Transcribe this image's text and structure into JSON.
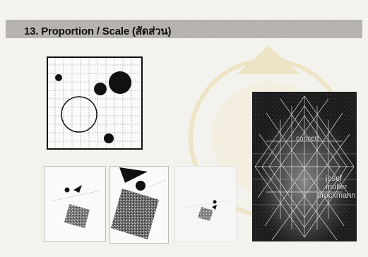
{
  "header": {
    "title": "13. Proportion / Scale (สัดส่วน)"
  },
  "poster": {
    "words": [
      "concert",
      "josef",
      "müller",
      "brockmann"
    ]
  }
}
